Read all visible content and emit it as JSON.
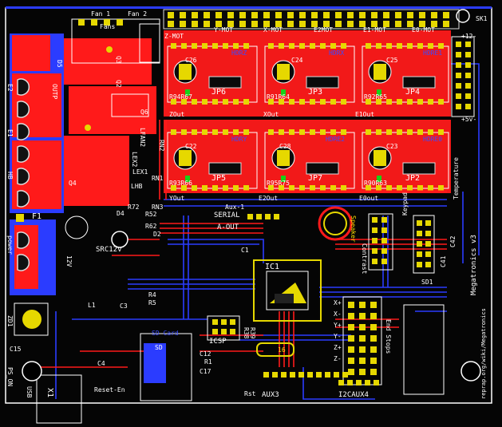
{
  "board": {
    "title": "Megatronics v3",
    "colors": {
      "background": "#050505",
      "top_copper": "#ff1a1a",
      "bottom_copper": "#2b3cff",
      "silkscreen": "#ffffff",
      "pads": "#e6d800",
      "outline": "#ffffff"
    }
  },
  "labels": {
    "sk1": "SK1",
    "fan1": "Fan 1",
    "fan2": "Fan 2",
    "fans": "Fans",
    "zmot": "Z-MOT",
    "ymot": "Y-MOT",
    "xmot": "X-MOT",
    "e2mot": "E2MOT",
    "e1mot": "E1-MOT",
    "e0mot": "E0-MOT",
    "hdrz": "HDRZ",
    "hdrx": "HDRX",
    "hdre1": "HDRE1",
    "hdry": "HDRY",
    "hdre2": "HDRE2",
    "hdre0": "HDRE0",
    "c26": "C26",
    "c24": "C24",
    "c25": "C25",
    "c22": "C22",
    "c28": "C28",
    "c23": "C23",
    "jp6": "JP6",
    "jp3": "JP3",
    "jp4": "JP4",
    "jp5": "JP5",
    "jp7": "JP7",
    "jp2": "JP2",
    "r94r67": "R94R67",
    "r91r64": "R91R64",
    "r92r65": "R92R65",
    "r93r66": "R93R66",
    "r95r75": "R95R75",
    "r90r63": "R90R63",
    "zout": "ZOut",
    "xout": "XOut",
    "e1out": "E1Out",
    "yout": "YOut",
    "e2out": "E2Out",
    "e0out": "E0out",
    "d5": "D5",
    "q3": "Q3",
    "q2": "Q2",
    "q6": "Q6",
    "q4": "Q4",
    "f1": "F1",
    "outp": "OUTP",
    "e2": "E2",
    "e1": "E1",
    "hb": "HB",
    "power": "power",
    "c15": "C15",
    "c3": "C3",
    "d2": "D2",
    "d4": "D4",
    "zd1": "ZD1",
    "l1": "L1",
    "x1": "X1",
    "ps_on": "PS_ON",
    "usb": "USB",
    "aux1": "Aux-1",
    "serial": "SERIAL",
    "aout": "A-OUT",
    "speaker": "Speaker",
    "contrast": "Contrast",
    "keypad": "Keypad",
    "temperature": "Temperature",
    "ic1": "IC1",
    "icsp": "ICSP",
    "sd_card": "SD Card",
    "sd": "SD",
    "reset_en": "Reset-En",
    "rst": "Rst",
    "aux3": "AUX3",
    "i2caux4": "I2CAUX4",
    "end_stops": "End Stops",
    "xplus": "X+",
    "xminus": "X-",
    "yplus": "Y+",
    "yminus": "Y-",
    "zplus": "Z+",
    "zminus": "Z-",
    "src12v": "SRC12v",
    "pin12v": "12V",
    "sd1": "SD1",
    "r52": "R52",
    "r62": "R62",
    "r72": "R72",
    "rn1": "RN1",
    "rn2": "RN2",
    "rn3": "RN3",
    "r4": "R4",
    "r5": "R5",
    "c1": "C1",
    "c4": "C4",
    "c12": "C12",
    "c17": "C17",
    "c41": "C41",
    "c42": "C42",
    "r1": "R1",
    "r38": "R38",
    "r39": "R39",
    "lex1": "LEX1",
    "lex2": "LEX2",
    "lfan2": "LFAN2",
    "lhb": "LHB",
    "plus12": "+12-",
    "plus5": "+5v-",
    "xtal": "16",
    "web": "reprap.org/wiki/Megatronics"
  }
}
